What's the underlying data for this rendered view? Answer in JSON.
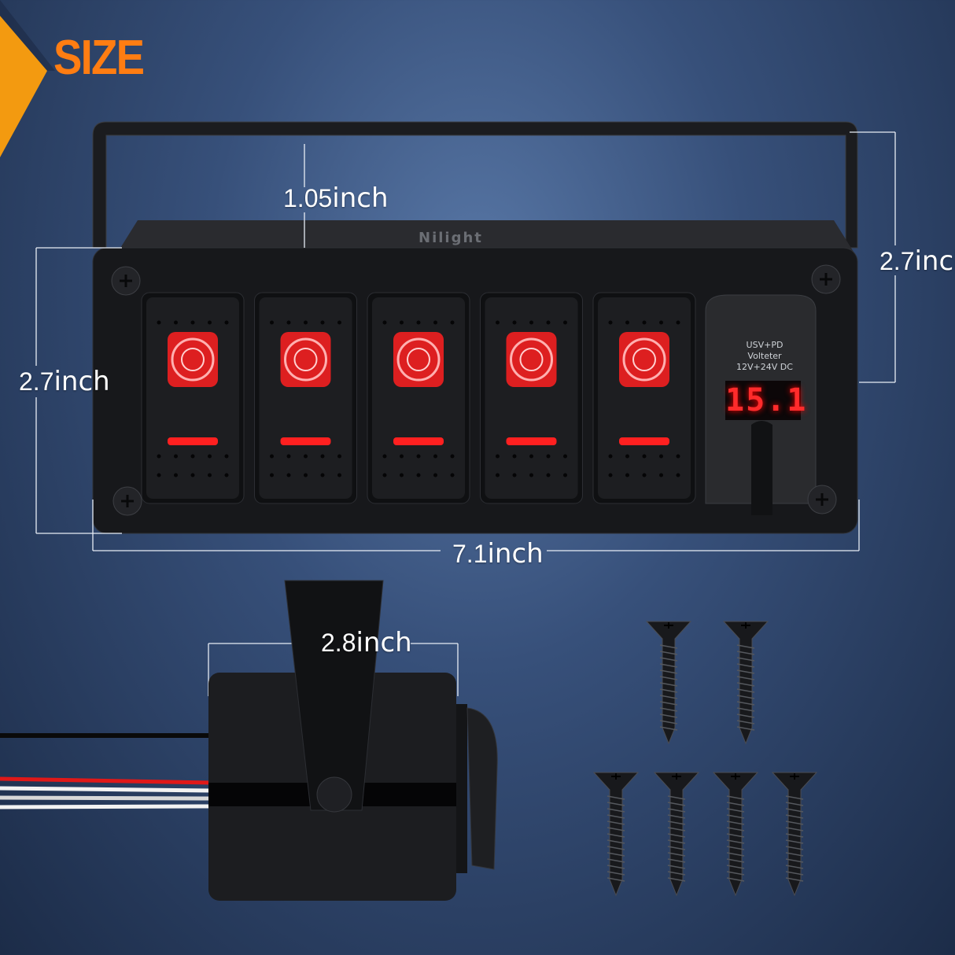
{
  "title": "SIZE",
  "brand": "Nilight",
  "colors": {
    "accent": "#ff7d12",
    "switch_glow": "#ff2020",
    "background": "#37507a"
  },
  "dimensions": {
    "bracket_height": {
      "value": "1.05",
      "unit": "inch"
    },
    "total_height": {
      "value": "2.7",
      "unit": "inch"
    },
    "panel_height": {
      "value": "2.7",
      "unit": "inch"
    },
    "panel_width": {
      "value": "7.1",
      "unit": "inch"
    },
    "depth": {
      "value": "2.8",
      "unit": "inch"
    }
  },
  "usb_module": {
    "label_lines": [
      "USV+PD",
      "Volteter",
      "12V+24V DC"
    ],
    "voltage_reading": "15.1"
  },
  "switch_count": 5,
  "screw_count": 6
}
